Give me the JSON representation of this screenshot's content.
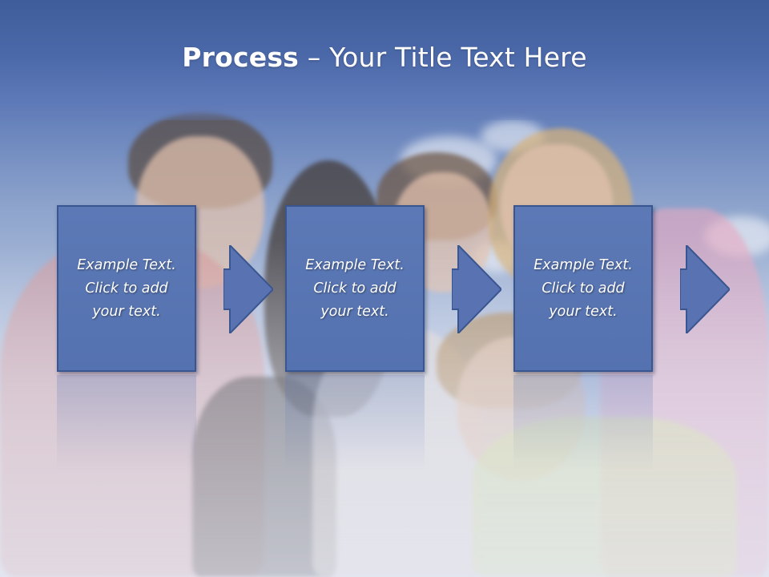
{
  "slide": {
    "title_bold": "Process",
    "title_rest": " – Your Title Text Here",
    "steps": [
      {
        "line1": "Example Text.",
        "line2": "Click  to add",
        "line3": "your text."
      },
      {
        "line1": "Example Text.",
        "line2": "Click  to add",
        "line3": "your text."
      },
      {
        "line1": "Example Text.",
        "line2": "Click  to add",
        "line3": "your text."
      }
    ]
  },
  "colors": {
    "title_band": "#4b68a8",
    "box_fill": "#5872b2",
    "box_border": "#3a5690",
    "text": "#ffffff"
  },
  "icons": [
    "right-arrow-icon"
  ]
}
